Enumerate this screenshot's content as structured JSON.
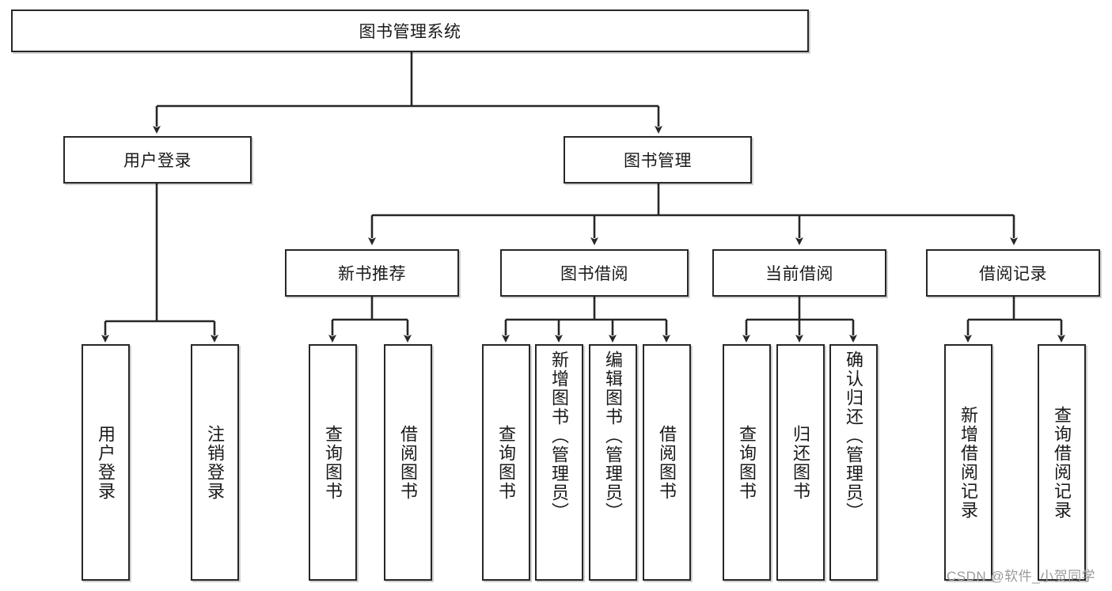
{
  "diagram": {
    "type": "tree",
    "title": "图书管理系统",
    "orientation": "top-down",
    "colors": {
      "border": "#272727",
      "background": "#ffffff",
      "text": "#1a1a1a",
      "watermark": "#9a9a9a"
    },
    "root": {
      "id": "root",
      "label": "图书管理系统",
      "text_orientation": "horizontal"
    },
    "level2": [
      {
        "id": "user-login",
        "label": "用户登录",
        "text_orientation": "horizontal"
      },
      {
        "id": "book-manage",
        "label": "图书管理",
        "text_orientation": "horizontal"
      }
    ],
    "level3": [
      {
        "id": "new-book-recommend",
        "label": "新书推荐",
        "text_orientation": "horizontal",
        "parent": "book-manage"
      },
      {
        "id": "book-borrow",
        "label": "图书借阅",
        "text_orientation": "horizontal",
        "parent": "book-manage"
      },
      {
        "id": "current-borrow",
        "label": "当前借阅",
        "text_orientation": "horizontal",
        "parent": "book-manage"
      },
      {
        "id": "borrow-record",
        "label": "借阅记录",
        "text_orientation": "horizontal",
        "parent": "book-manage"
      }
    ],
    "leaves": {
      "user_login": [
        {
          "id": "leaf-user-login",
          "label": "用户登录",
          "text_orientation": "vertical"
        },
        {
          "id": "leaf-logout",
          "label": "注销登录",
          "text_orientation": "vertical"
        }
      ],
      "new_book_recommend": [
        {
          "id": "leaf-query-book-1",
          "label": "查询图书",
          "text_orientation": "vertical"
        },
        {
          "id": "leaf-borrow-book-1",
          "label": "借阅图书",
          "text_orientation": "vertical"
        }
      ],
      "book_borrow": [
        {
          "id": "leaf-query-book-2",
          "label": "查询图书",
          "text_orientation": "vertical"
        },
        {
          "id": "leaf-add-book",
          "label": "新增图书（管理员）",
          "text_orientation": "vertical"
        },
        {
          "id": "leaf-edit-book",
          "label": "编辑图书（管理员）",
          "text_orientation": "vertical"
        },
        {
          "id": "leaf-borrow-book-2",
          "label": "借阅图书",
          "text_orientation": "vertical"
        }
      ],
      "current_borrow": [
        {
          "id": "leaf-query-book-3",
          "label": "查询图书",
          "text_orientation": "vertical"
        },
        {
          "id": "leaf-return-book",
          "label": "归还图书",
          "text_orientation": "vertical"
        },
        {
          "id": "leaf-confirm-return",
          "label": "确认归还（管理员）",
          "text_orientation": "vertical"
        }
      ],
      "borrow_record": [
        {
          "id": "leaf-add-record",
          "label": "新增借阅记录",
          "text_orientation": "vertical"
        },
        {
          "id": "leaf-query-record",
          "label": "查询借阅记录",
          "text_orientation": "vertical"
        }
      ]
    }
  },
  "watermark": {
    "text": "CSDN @软件_小贺同学"
  }
}
